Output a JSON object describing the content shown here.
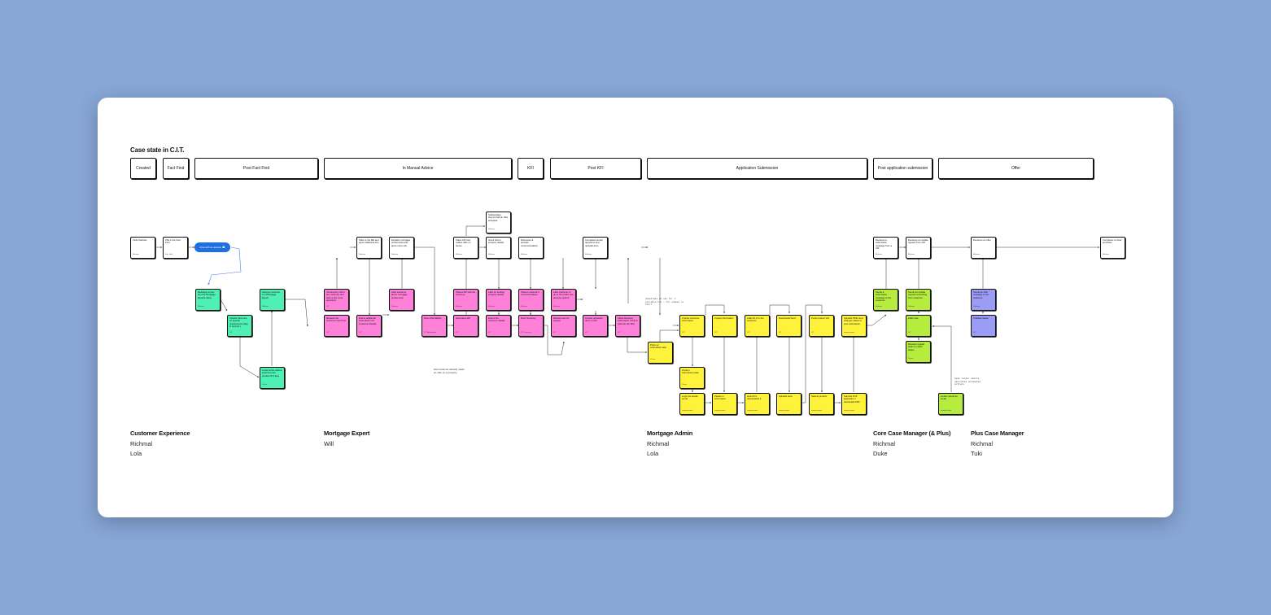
{
  "diagram": {
    "title": "Case state in C.I.T.",
    "stages": [
      "Created",
      "Fact Find",
      "Post Fact Find",
      "In Manual Advice",
      "KFI",
      "Post KFI",
      "Application Submission",
      "Post application submission",
      "Offer"
    ],
    "pill_label": "Chat with an advisor 💬",
    "nodes": {
      "n1": {
        "text": "Visits Website",
        "footer": "Website"
      },
      "n2": {
        "text": "Fills in the Fact Find",
        "footer": "Fact Find"
      },
      "n3": {
        "text": "Message comes into the Mortgage Experts inbox",
        "footer": "Website"
      },
      "n4": {
        "text": "Assigns customer to a Mortgage Expert",
        "footer": "Website"
      },
      "n5": {
        "text": "Checks there are no special requirements (flag in tool etc.)",
        "footer": "CIT"
      },
      "n6": {
        "text": "Looks at the Advice search to see product fit & fees",
        "footer": "Chase"
      },
      "n7": {
        "text": "Introductory call to the customer and asks a few more questions",
        "footer": "CIT"
      },
      "n8": {
        "text": "Reviews the customer Fact Find",
        "footer": "CIT"
      },
      "n9": {
        "text": "Talks to the ME and gives additional info",
        "footer": "Webinar"
      },
      "n10": {
        "text": "Enters additional information into Customer Details",
        "footer": "CIT"
      },
      "n11": {
        "text": "Explains mortgage preferences and gives more info",
        "footer": "Webinar"
      },
      "n12": {
        "text": "Asks customer about mortgage preferences",
        "footer": "Webinar"
      },
      "n13": {
        "text": "Runs Affordability",
        "footer": "CIT Affordability"
      },
      "n14": {
        "text": "Takes AIP and makes offer on house",
        "footer": "Webinar"
      },
      "n15": {
        "text": "Shares AIP with the customer",
        "footer": "Webinar"
      },
      "n16": {
        "text": "Generates AIP",
        "footer": "CIT"
      },
      "n17": {
        "text": "Substantiate they've had an offer accepted",
        "footer": "Webinar"
      },
      "n18": {
        "text": "Gives that to property details",
        "footer": "Webinar"
      },
      "n19": {
        "text": "Asks for lending property details",
        "footer": "Webinar"
      },
      "n20": {
        "text": "Enters the customer details",
        "footer": "CIT"
      },
      "n21": {
        "text": "Discusses & accepts recommendation",
        "footer": "Webinar"
      },
      "n22": {
        "text": "Shares customer's recommendation",
        "footer": "Webinar"
      },
      "n23": {
        "text": "Runs Sourcing",
        "footer": "CIT Sourcing"
      },
      "n24": {
        "text": "Asks customer to go to the lender site and pay upfront",
        "footer": "Webinar"
      },
      "n25": {
        "text": "Defines fees for upload",
        "footer": "CIT"
      },
      "n26": {
        "text": "Completes lender questions and uploads docs",
        "footer": "Webinar"
      },
      "n27": {
        "text": "Checks uploaded docs on KFI",
        "footer": "CIT"
      },
      "n28": {
        "text": "Clicks Request submission (CTA) in case list (for MA)",
        "footer": "CIT"
      },
      "n29": {
        "text": "Picks up submission task",
        "footer": "Chase"
      },
      "n30": {
        "text": "Checks customer information",
        "footer": "CIT"
      },
      "n31": {
        "text": "Finds in Submission task",
        "footer": "Chase"
      },
      "n32": {
        "text": "Logs into lender portal",
        "footer": "Lender portal"
      },
      "n33": {
        "text": "Copies information",
        "footer": "CIT"
      },
      "n34": {
        "text": "Pastes in information",
        "footer": "Lender portal"
      },
      "n35": {
        "text": "Adds ID-V to the customer",
        "footer": "CIT"
      },
      "n36": {
        "text": "Gets ID-V downloaded it",
        "footer": "Lender portal"
      },
      "n37": {
        "text": "Downloads Docs",
        "footer": "CIT"
      },
      "n38": {
        "text": "Uploads docs",
        "footer": "Lender portal"
      },
      "n39": {
        "text": "Finds product info",
        "footer": "CIT"
      },
      "n40": {
        "text": "Selects product",
        "footer": "Lender portal"
      },
      "n41": {
        "text": "Uploads PDFs and changes status to post submission",
        "footer": "Lender portal"
      },
      "n42": {
        "text": "Submits FLIF application / downloads PDF",
        "footer": "Lender portal"
      },
      "n43": {
        "text": "Receives a submission message from a CM",
        "footer": "Webinar"
      },
      "n44": {
        "text": "Sends a submission message to the customer",
        "footer": "Webinar"
      },
      "n45": {
        "text": "Receives an update request from CM",
        "footer": "Webinar"
      },
      "n46": {
        "text": "Sends an update request something from customer",
        "footer": "Webinar"
      },
      "n47": {
        "text": "Adds note",
        "footer": "CIT"
      },
      "n48": {
        "text": "Reviews regular tasks to check status",
        "footer": "Chase"
      },
      "n49": {
        "text": "Lender sends an email",
        "footer": "Lender Email"
      },
      "n50": {
        "text": "Receives an offer",
        "footer": "Webinar"
      },
      "n51": {
        "text": "Sends an offer message to the customer",
        "footer": "Webinar"
      },
      "n52": {
        "text": "Updates status",
        "footer": "CIT"
      },
      "n53": {
        "text": "Completes on their purchase",
        "footer": "Webinar"
      }
    },
    "notes": {
      "customer_note": "Has customer already made an offer on a property",
      "admin_note": "Sometimes we use for 1 variable too — for common is tour?",
      "cm_note": "Some lender emails generates automated actions"
    },
    "roles": [
      {
        "title": "Customer Experience",
        "people": [
          "Richmal",
          "Lola"
        ]
      },
      {
        "title": "Mortgage Expert",
        "people": [
          "Will"
        ]
      },
      {
        "title": "Mortgage Admin",
        "people": [
          "Richmal",
          "Lola"
        ]
      },
      {
        "title": "Core Case Manager (& Plus)",
        "people": [
          "Richmal",
          "Duke"
        ]
      },
      {
        "title": "Plus Case Manager",
        "people": [
          "Richmal",
          "Tuki"
        ]
      }
    ]
  }
}
